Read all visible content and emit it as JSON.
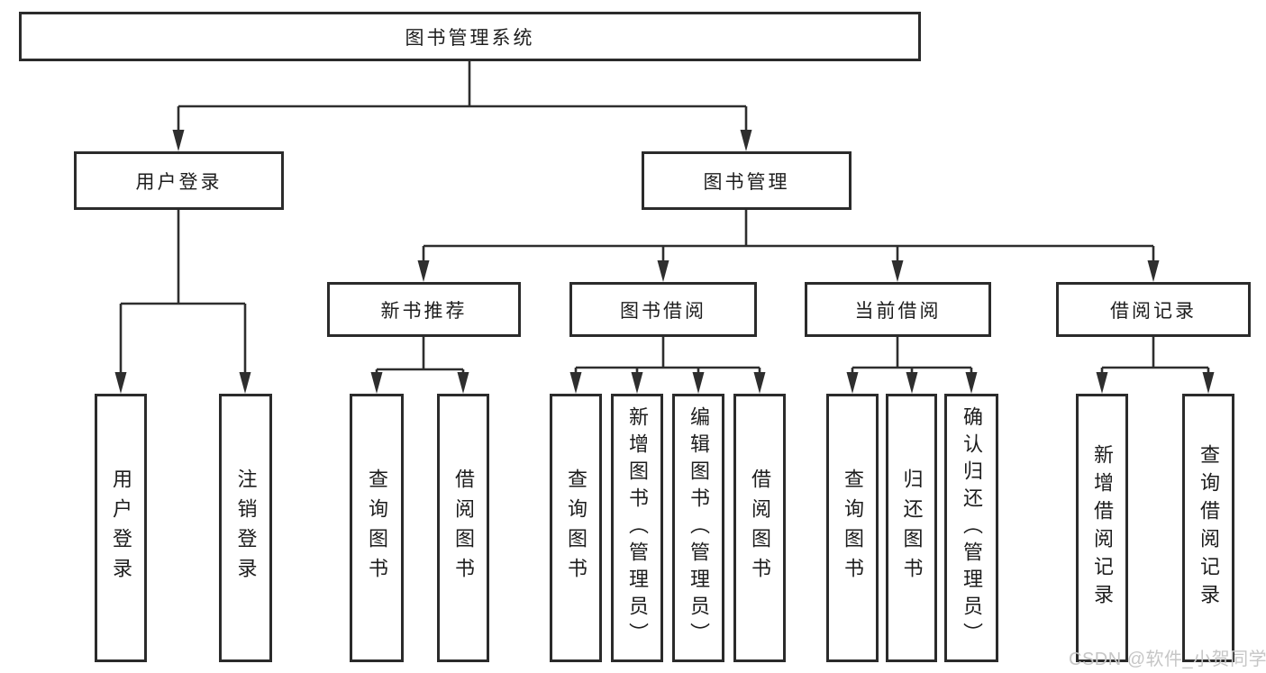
{
  "colors": {
    "line": "#2e2e2e",
    "border": "#2b2b2b",
    "text": "#1d1d1d",
    "background": "#ffffff",
    "watermark": "#c6c6c6"
  },
  "watermark": "CSDN @软件_小贺同学",
  "nodes": {
    "root": {
      "label": "图书管理系统"
    },
    "user_login": {
      "label": "用户登录"
    },
    "book_mgmt": {
      "label": "图书管理"
    },
    "new_book_rec": {
      "label": "新书推荐"
    },
    "book_borrow": {
      "label": "图书借阅"
    },
    "current_borrow": {
      "label": "当前借阅"
    },
    "borrow_record": {
      "label": "借阅记录"
    },
    "user_login_children": [
      {
        "label": "用户登录"
      },
      {
        "label": "注销登录"
      }
    ],
    "new_book_rec_children": [
      {
        "label": "查询图书"
      },
      {
        "label": "借阅图书"
      }
    ],
    "book_borrow_children": [
      {
        "label": "查询图书"
      },
      {
        "label": "新增图书（管理员）"
      },
      {
        "label": "编辑图书（管理员）"
      },
      {
        "label": "借阅图书"
      }
    ],
    "current_borrow_children": [
      {
        "label": "查询图书"
      },
      {
        "label": "归还图书"
      },
      {
        "label": "确认归还（管理员）"
      }
    ],
    "borrow_record_children": [
      {
        "label": "新增借阅记录"
      },
      {
        "label": "查询借阅记录"
      }
    ]
  }
}
